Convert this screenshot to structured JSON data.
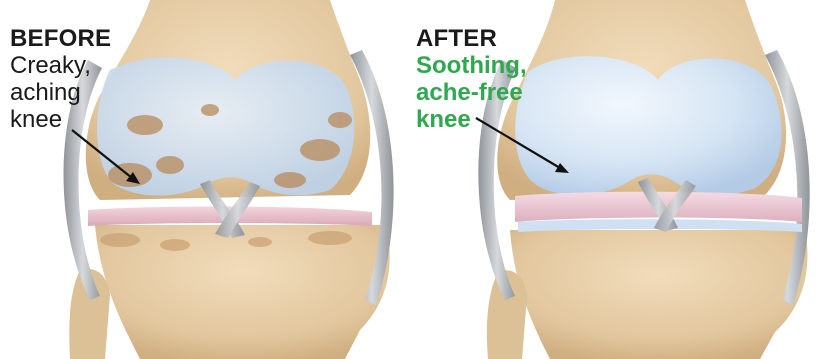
{
  "before": {
    "heading": "BEFORE",
    "lines": [
      "Creaky,",
      "aching",
      "knee"
    ]
  },
  "after": {
    "heading": "AFTER",
    "lines": [
      "Soothing,",
      "ache-free",
      "knee"
    ]
  },
  "colors": {
    "text": "#1a1a1a",
    "accent_green": "#2fa84f",
    "bone": "#e6cda6",
    "cartilage": "#cfe0f2",
    "meniscus": "#ecc3cf",
    "ligament": "#b9bdc2",
    "damage": "#b88a5a"
  }
}
